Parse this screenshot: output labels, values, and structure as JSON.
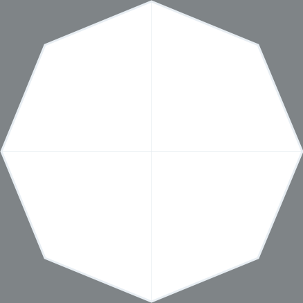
{
  "canvas": {
    "background_color": "#7f8487"
  },
  "shape": {
    "kind": "octagon",
    "fill_color": "#ffffff",
    "edge_color": "#e8eef3",
    "divider_color": "#e6ebef",
    "dividers": [
      "vertical",
      "horizontal"
    ]
  }
}
